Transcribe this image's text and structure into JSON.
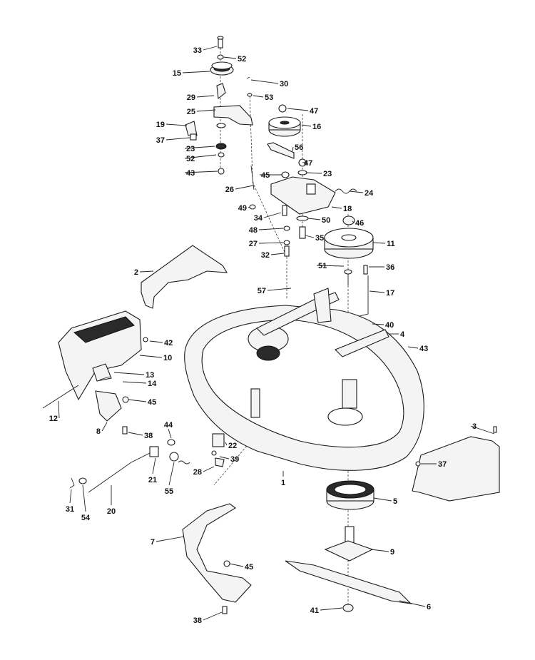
{
  "callouts": [
    {
      "n": "33"
    },
    {
      "n": "52"
    },
    {
      "n": "15"
    },
    {
      "n": "30"
    },
    {
      "n": "29"
    },
    {
      "n": "53"
    },
    {
      "n": "25"
    },
    {
      "n": "47"
    },
    {
      "n": "19"
    },
    {
      "n": "16"
    },
    {
      "n": "37"
    },
    {
      "n": "23"
    },
    {
      "n": "56"
    },
    {
      "n": "52"
    },
    {
      "n": "47"
    },
    {
      "n": "43"
    },
    {
      "n": "45"
    },
    {
      "n": "23"
    },
    {
      "n": "26"
    },
    {
      "n": "24"
    },
    {
      "n": "18"
    },
    {
      "n": "49"
    },
    {
      "n": "34"
    },
    {
      "n": "50"
    },
    {
      "n": "46"
    },
    {
      "n": "48"
    },
    {
      "n": "35"
    },
    {
      "n": "27"
    },
    {
      "n": "11"
    },
    {
      "n": "32"
    },
    {
      "n": "2"
    },
    {
      "n": "51"
    },
    {
      "n": "36"
    },
    {
      "n": "57"
    },
    {
      "n": "17"
    },
    {
      "n": "40"
    },
    {
      "n": "4"
    },
    {
      "n": "42"
    },
    {
      "n": "43"
    },
    {
      "n": "10"
    },
    {
      "n": "13"
    },
    {
      "n": "14"
    },
    {
      "n": "45"
    },
    {
      "n": "12"
    },
    {
      "n": "3"
    },
    {
      "n": "8"
    },
    {
      "n": "38"
    },
    {
      "n": "44"
    },
    {
      "n": "22"
    },
    {
      "n": "39"
    },
    {
      "n": "37"
    },
    {
      "n": "28"
    },
    {
      "n": "21"
    },
    {
      "n": "1"
    },
    {
      "n": "55"
    },
    {
      "n": "31"
    },
    {
      "n": "54"
    },
    {
      "n": "20"
    },
    {
      "n": "5"
    },
    {
      "n": "7"
    },
    {
      "n": "9"
    },
    {
      "n": "45"
    },
    {
      "n": "6"
    },
    {
      "n": "41"
    },
    {
      "n": "38"
    }
  ]
}
